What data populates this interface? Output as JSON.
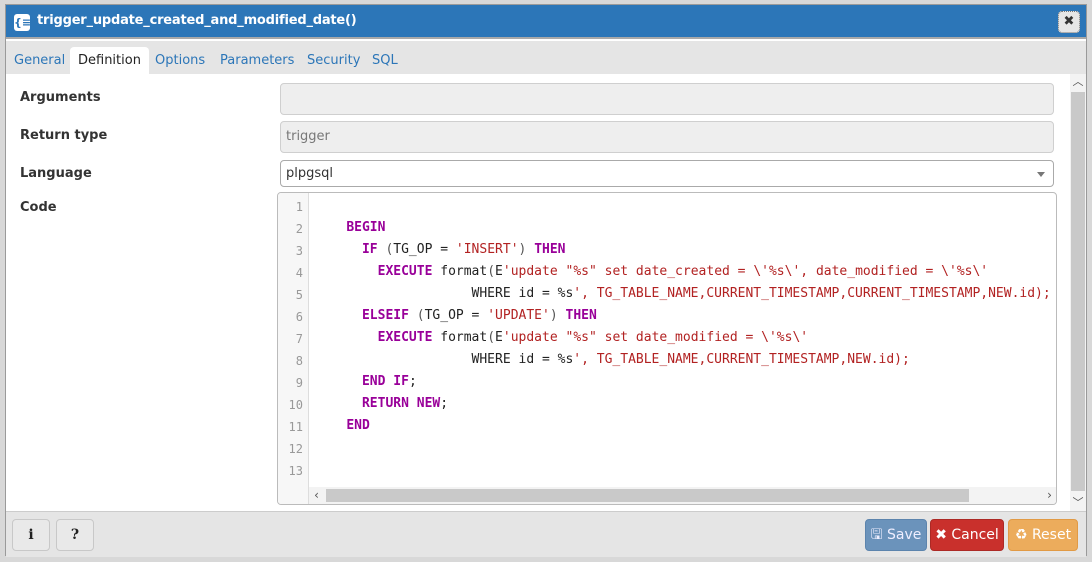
{
  "dialog": {
    "title": "trigger_update_created_and_modified_date()",
    "title_icon": "function-icon",
    "close_label": "✖"
  },
  "tabs": [
    {
      "label": "General",
      "active": false
    },
    {
      "label": "Definition",
      "active": true
    },
    {
      "label": "Options",
      "active": false
    },
    {
      "label": "Parameters",
      "active": false
    },
    {
      "label": "Security",
      "active": false
    },
    {
      "label": "SQL",
      "active": false
    }
  ],
  "form": {
    "arguments": {
      "label": "Arguments",
      "value": ""
    },
    "return_type": {
      "label": "Return type",
      "value": "trigger"
    },
    "language": {
      "label": "Language",
      "value": "plpgsql"
    },
    "code": {
      "label": "Code"
    }
  },
  "code": {
    "line_numbers": [
      "1",
      "2",
      "3",
      "4",
      "5",
      "6",
      "7",
      "8",
      "9",
      "10",
      "11",
      "12",
      "13"
    ],
    "lines": [
      "",
      "    BEGIN",
      "      IF (TG_OP = 'INSERT') THEN",
      "        EXECUTE format(E'update \"%s\" set date_created = \\'%s\\', date_modified = \\'%s\\'",
      "                    WHERE id = %s', TG_TABLE_NAME,CURRENT_TIMESTAMP,CURRENT_TIMESTAMP,NEW.id);",
      "      ELSEIF (TG_OP = 'UPDATE') THEN",
      "        EXECUTE format(E'update \"%s\" set date_modified = \\'%s\\'",
      "                    WHERE id = %s', TG_TABLE_NAME,CURRENT_TIMESTAMP,NEW.id);",
      "      END IF;",
      "      RETURN NEW;",
      "    END",
      "",
      ""
    ]
  },
  "footer": {
    "info_label": "i",
    "help_label": "?",
    "save_label": "Save",
    "cancel_label": "Cancel",
    "reset_label": "Reset"
  },
  "colors": {
    "titlebar": "#2c76b8",
    "keyword": "#990099",
    "string": "#b22222",
    "save": "#6b93bb",
    "cancel": "#c9302c",
    "reset": "#ecac5c"
  }
}
